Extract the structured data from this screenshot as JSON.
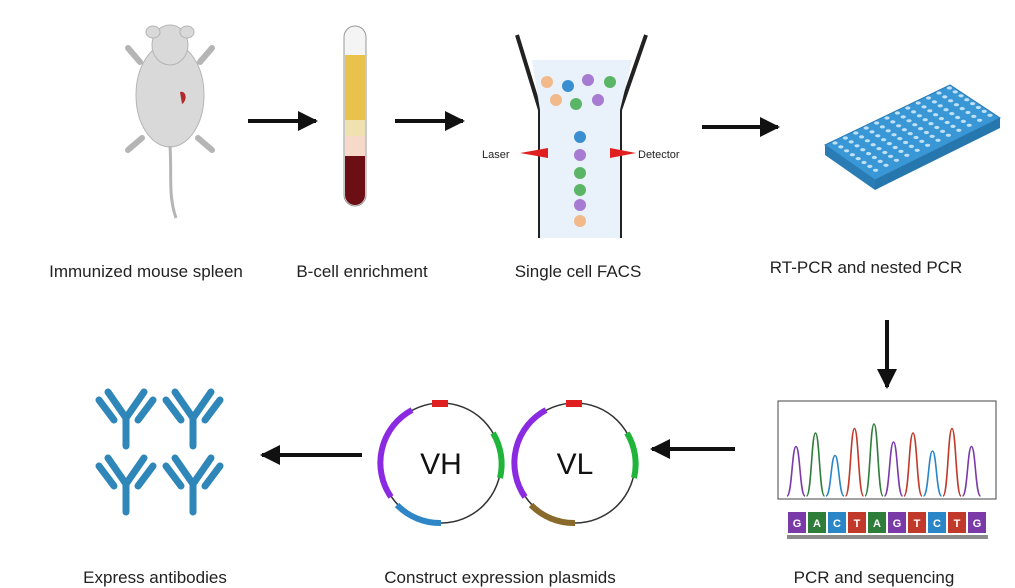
{
  "steps": {
    "mouse": "Immunized mouse spleen",
    "enrichment": "B-cell enrichment",
    "facs": "Single cell FACS",
    "pcr": "RT-PCR and nested PCR",
    "sequencing": "PCR and sequencing",
    "plasmid": "Construct expression plasmids",
    "express": "Express antibodies"
  },
  "facs": {
    "laser_label": "Laser",
    "detector_label": "Detector"
  },
  "plasmids": {
    "heavy": "VH",
    "light": "VL"
  },
  "sequence_bases": [
    "G",
    "A",
    "C",
    "T",
    "A",
    "G",
    "T",
    "C",
    "T",
    "G"
  ],
  "colors": {
    "base_G": "#7a3aa8",
    "base_A": "#2f7d3a",
    "base_C": "#2a86c6",
    "base_T": "#c0392b",
    "antibody": "#2f86b8",
    "plate": "#3a97d6",
    "arrow": "#111111"
  }
}
